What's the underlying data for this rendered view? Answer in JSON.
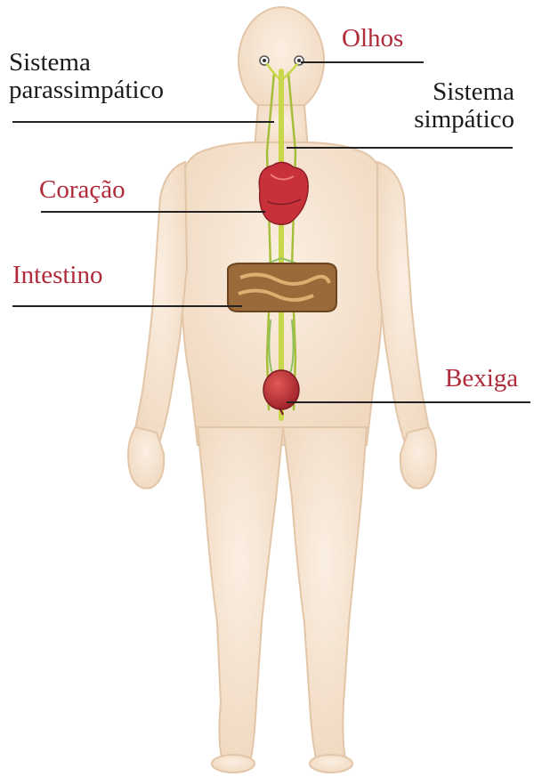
{
  "labels": {
    "olhos": "Olhos",
    "sistema_parassimpatico": [
      "Sistema",
      "parassimpático"
    ],
    "sistema_simpatico": [
      "Sistema",
      "simpático"
    ],
    "coracao": "Coração",
    "intestino": "Intestino",
    "bexiga": "Bexiga"
  },
  "colors": {
    "organ_label": "#b02a3a",
    "system_label": "#1a1a1a",
    "skin": "#f4dfc9",
    "skin_outline": "#e6c9ab",
    "nerve": "#c8d64a",
    "heart": "#c8303a",
    "bladder": "#c0303a",
    "intestine": "#9b6a3a"
  }
}
